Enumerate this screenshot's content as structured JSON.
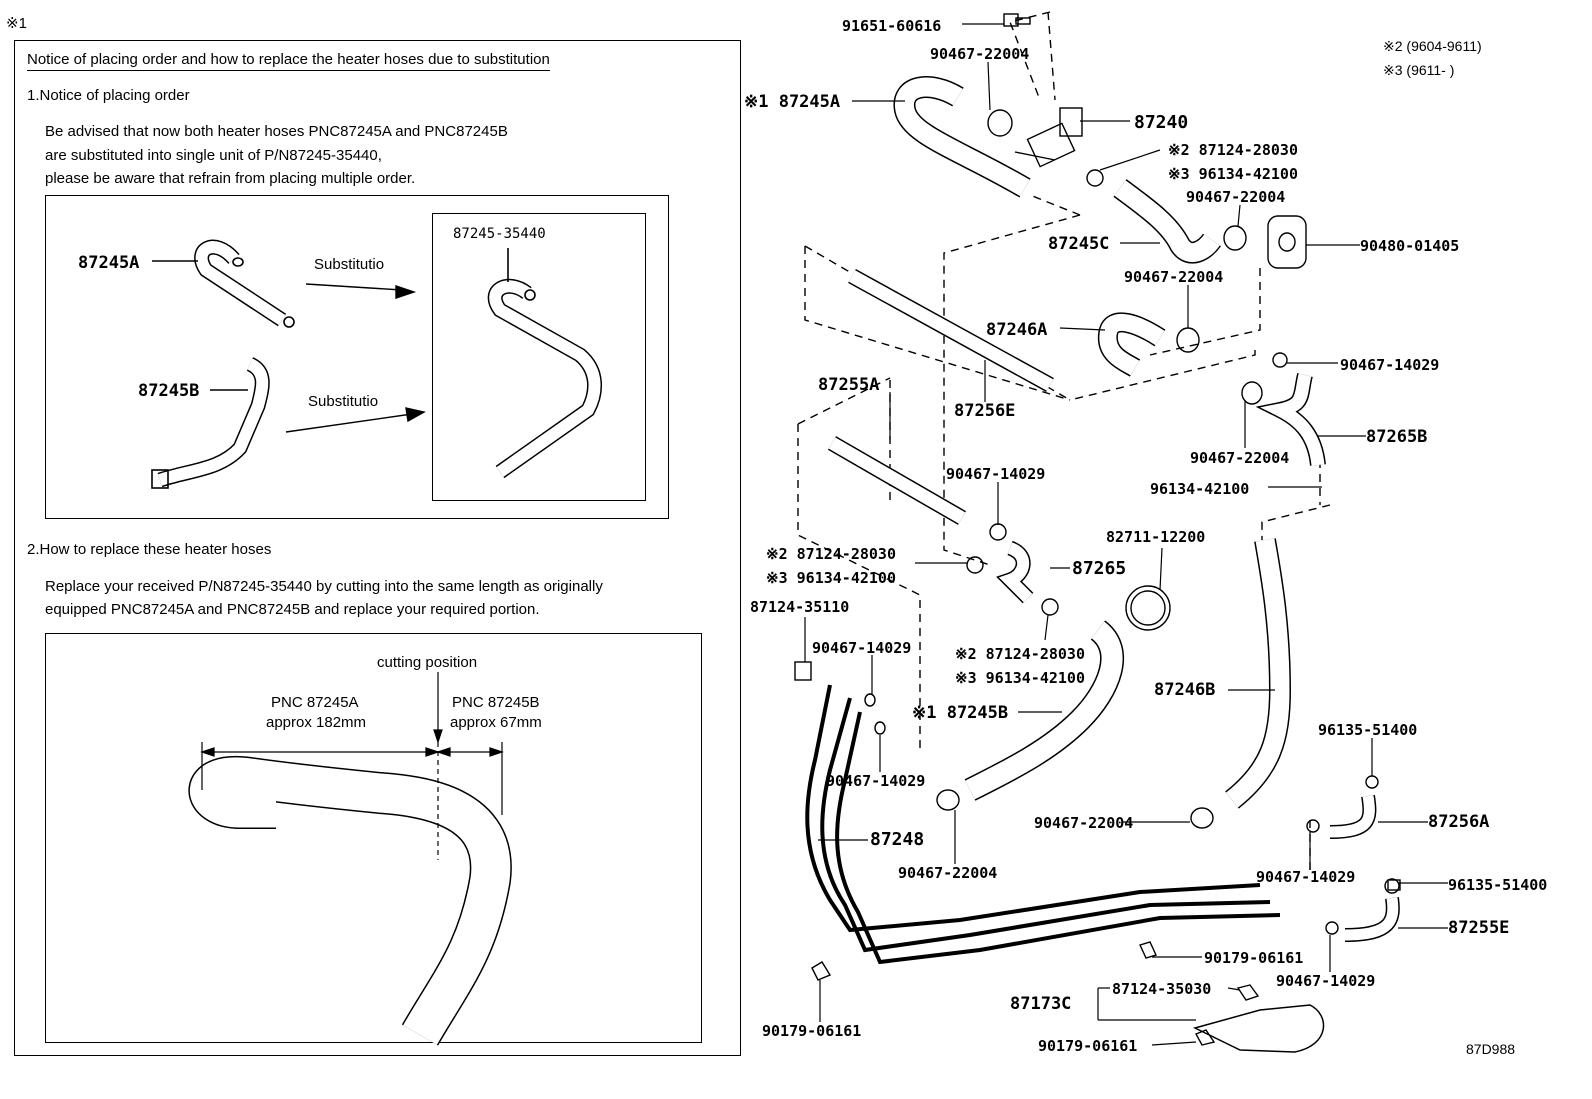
{
  "notice_mark": "※1",
  "notice": {
    "heading": "Notice of placing order and how to replace the heater hoses due to substitution",
    "section1_title": "1.Notice of placing order",
    "section1_lines": [
      "Be advised that now both heater hoses PNC87245A and PNC87245B",
      "are substituted into single unit of P/N87245-35440,",
      "please be aware that refrain from placing multiple order."
    ],
    "sub_a_label": "87245A",
    "sub_b_label": "87245B",
    "substitution_a": "Substitutio",
    "substitution_b": "Substitutio",
    "new_part": "87245-35440",
    "section2_title": "2.How to replace these heater hoses",
    "section2_lines": [
      "Replace your received P/N87245-35440 by cutting into the same length as originally",
      "equipped PNC87245A and PNC87245B and replace your required portion."
    ],
    "cutting_position": "cutting position",
    "pnc_a": "PNC 87245A",
    "pnc_a_len": "approx 182mm",
    "pnc_b": "PNC 87245B",
    "pnc_b_len": "approx 67mm"
  },
  "notes": {
    "n2": "※2 (9604-9611)",
    "n3": "※3 (9611-       )"
  },
  "parts": {
    "p91651": "91651-60616",
    "p90467_a": "90467-22004",
    "p87245A": "※1 87245A",
    "p87240": "87240",
    "p87124_28030_a": "※2 87124-28030",
    "p96134_a": "※3 96134-42100",
    "p90467_b": "90467-22004",
    "p87245C": "87245C",
    "p90480": "90480-01405",
    "p90467_c": "90467-22004",
    "p87246A": "87246A",
    "p90467_14029_a": "90467-14029",
    "p87256E": "87256E",
    "p87255A": "87255A",
    "p87265B": "87265B",
    "p90467_d": "90467-22004",
    "p96134_b": "96134-42100",
    "p90467_14029_b": "90467-14029",
    "p82711": "82711-12200",
    "p87124_28030_b": "※2 87124-28030",
    "p96134_c": "※3 96134-42100",
    "p87265": "87265",
    "p87124_35110": "87124-35110",
    "p90467_14029_c": "90467-14029",
    "p87124_28030_c": "※2 87124-28030",
    "p96134_d": "※3 96134-42100",
    "p87245B": "※1 87245B",
    "p87246B": "87246B",
    "p96135_a": "96135-51400",
    "p90467_14029_d": "90467-14029",
    "p87248": "87248",
    "p90467_e": "90467-22004",
    "p90467_f": "90467-22004",
    "p87256A": "87256A",
    "p90467_14029_e": "90467-14029",
    "p96135_b": "96135-51400",
    "p87255E": "87255E",
    "p90179_a": "90179-06161",
    "p90467_14029_f": "90467-14029",
    "p87173C": "87173C",
    "p87124_35030": "87124-35030",
    "p90179_b": "90179-06161",
    "p90179_c": "90179-06161",
    "diagram_id": "87D988"
  }
}
